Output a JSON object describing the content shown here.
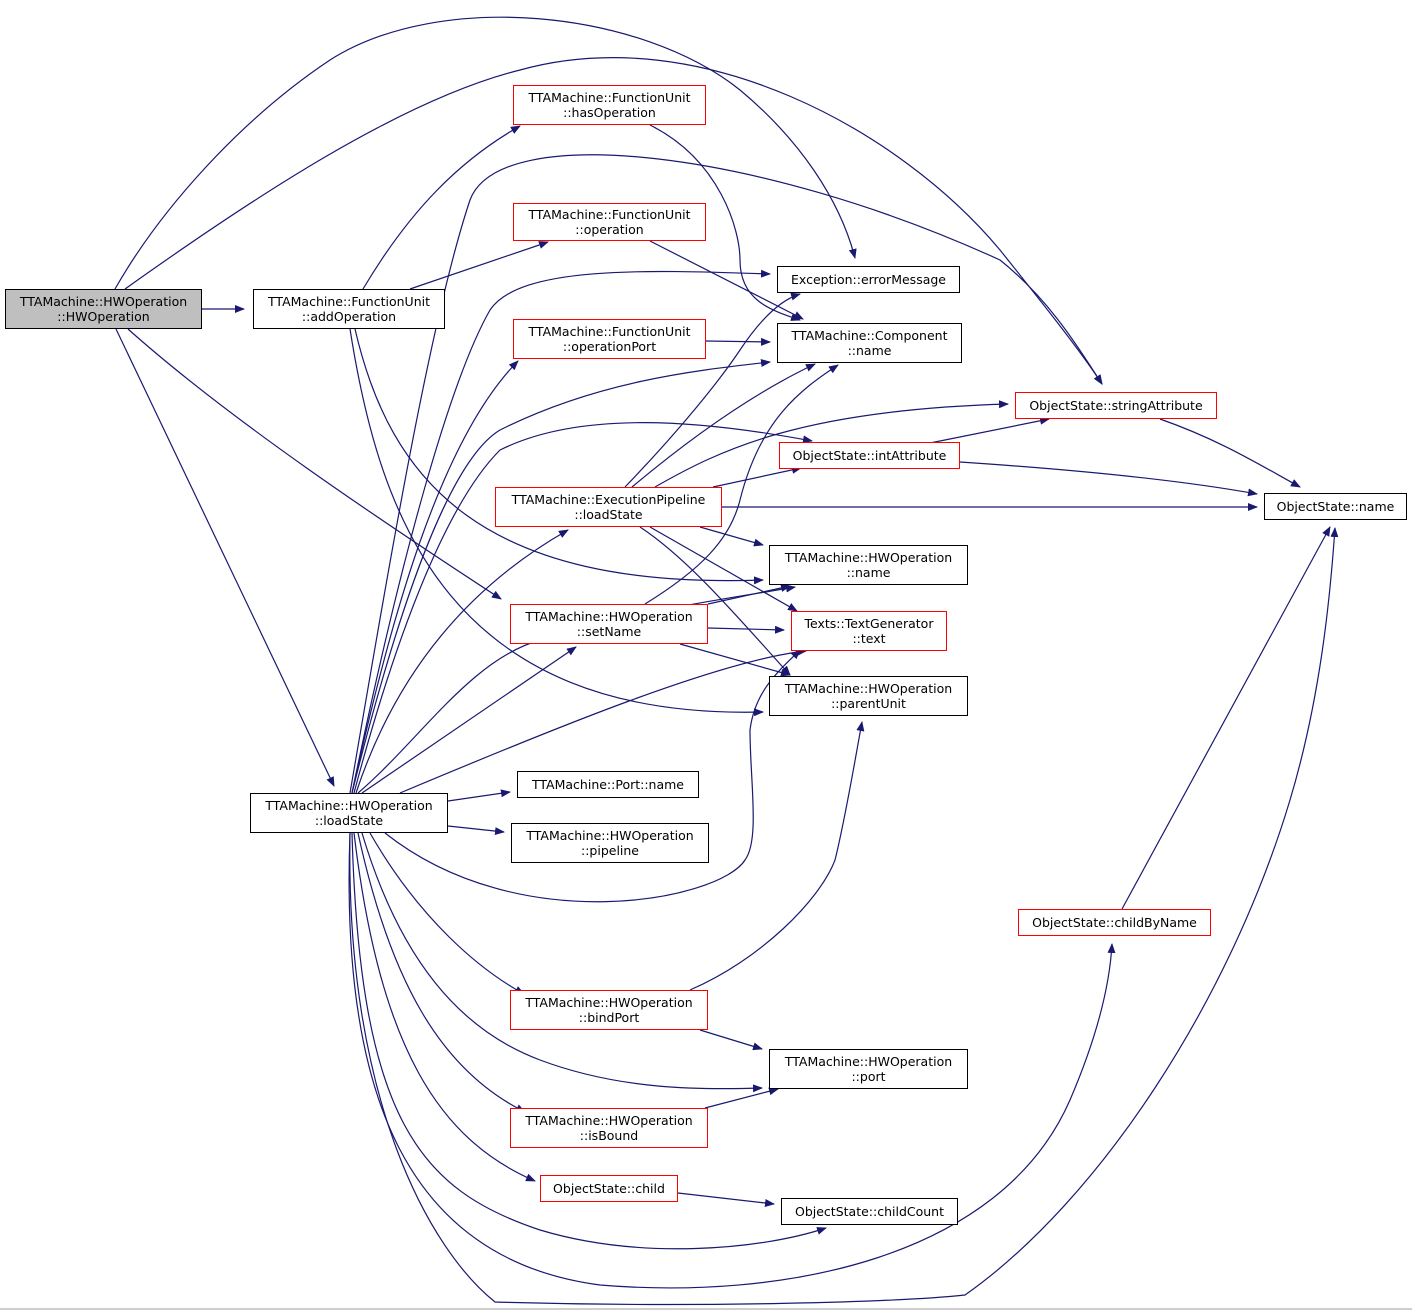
{
  "colors": {
    "edge": "#191970",
    "node_border": "#000000",
    "node_border_undocumented": "#ff0000",
    "root_fill": "#bfbfbf"
  },
  "nodes": [
    {
      "id": "hwop-ctor",
      "lines": [
        "TTAMachine::HWOperation",
        "::HWOperation"
      ],
      "style": "root"
    },
    {
      "id": "fu-addop",
      "lines": [
        "TTAMachine::FunctionUnit",
        "::addOperation"
      ],
      "style": "black"
    },
    {
      "id": "fu-hasop",
      "lines": [
        "TTAMachine::FunctionUnit",
        "::hasOperation"
      ],
      "style": "red"
    },
    {
      "id": "fu-operation",
      "lines": [
        "TTAMachine::FunctionUnit",
        "::operation"
      ],
      "style": "red"
    },
    {
      "id": "fu-opport",
      "lines": [
        "TTAMachine::FunctionUnit",
        "::operationPort"
      ],
      "style": "red"
    },
    {
      "id": "exc-errmsg",
      "lines": [
        "Exception::errorMessage"
      ],
      "style": "black"
    },
    {
      "id": "comp-name",
      "lines": [
        "TTAMachine::Component",
        "::name"
      ],
      "style": "black"
    },
    {
      "id": "os-strattr",
      "lines": [
        "ObjectState::stringAttribute"
      ],
      "style": "red"
    },
    {
      "id": "os-intattr",
      "lines": [
        "ObjectState::intAttribute"
      ],
      "style": "red"
    },
    {
      "id": "os-name",
      "lines": [
        "ObjectState::name"
      ],
      "style": "black"
    },
    {
      "id": "ep-loadstate",
      "lines": [
        "TTAMachine::ExecutionPipeline",
        "::loadState"
      ],
      "style": "red"
    },
    {
      "id": "hwop-name",
      "lines": [
        "TTAMachine::HWOperation",
        "::name"
      ],
      "style": "black"
    },
    {
      "id": "hwop-setname",
      "lines": [
        "TTAMachine::HWOperation",
        "::setName"
      ],
      "style": "red"
    },
    {
      "id": "tg-text",
      "lines": [
        "Texts::TextGenerator",
        "::text"
      ],
      "style": "red"
    },
    {
      "id": "hwop-parent",
      "lines": [
        "TTAMachine::HWOperation",
        "::parentUnit"
      ],
      "style": "black"
    },
    {
      "id": "hwop-loadstate",
      "lines": [
        "TTAMachine::HWOperation",
        "::loadState"
      ],
      "style": "black"
    },
    {
      "id": "port-name",
      "lines": [
        "TTAMachine::Port::name"
      ],
      "style": "black"
    },
    {
      "id": "hwop-pipeline",
      "lines": [
        "TTAMachine::HWOperation",
        "::pipeline"
      ],
      "style": "black"
    },
    {
      "id": "os-childbyname",
      "lines": [
        "ObjectState::childByName"
      ],
      "style": "red"
    },
    {
      "id": "hwop-bindport",
      "lines": [
        "TTAMachine::HWOperation",
        "::bindPort"
      ],
      "style": "red"
    },
    {
      "id": "hwop-port",
      "lines": [
        "TTAMachine::HWOperation",
        "::port"
      ],
      "style": "black"
    },
    {
      "id": "hwop-isbound",
      "lines": [
        "TTAMachine::HWOperation",
        "::isBound"
      ],
      "style": "red"
    },
    {
      "id": "os-child",
      "lines": [
        "ObjectState::child"
      ],
      "style": "red"
    },
    {
      "id": "os-childcount",
      "lines": [
        "ObjectState::childCount"
      ],
      "style": "black"
    }
  ],
  "edges": [
    {
      "from": "hwop-ctor",
      "to": "fu-addop"
    },
    {
      "from": "hwop-ctor",
      "to": "exc-errmsg"
    },
    {
      "from": "hwop-ctor",
      "to": "os-strattr"
    },
    {
      "from": "hwop-ctor",
      "to": "hwop-setname"
    },
    {
      "from": "hwop-ctor",
      "to": "hwop-loadstate"
    },
    {
      "from": "fu-addop",
      "to": "fu-hasop"
    },
    {
      "from": "fu-addop",
      "to": "fu-operation"
    },
    {
      "from": "fu-addop",
      "to": "hwop-name"
    },
    {
      "from": "fu-addop",
      "to": "hwop-parent"
    },
    {
      "from": "fu-hasop",
      "to": "comp-name"
    },
    {
      "from": "fu-operation",
      "to": "comp-name"
    },
    {
      "from": "fu-opport",
      "to": "comp-name"
    },
    {
      "from": "os-strattr",
      "to": "os-name"
    },
    {
      "from": "os-intattr",
      "to": "os-strattr"
    },
    {
      "from": "os-intattr",
      "to": "os-name"
    },
    {
      "from": "ep-loadstate",
      "to": "exc-errmsg"
    },
    {
      "from": "ep-loadstate",
      "to": "comp-name"
    },
    {
      "from": "ep-loadstate",
      "to": "os-strattr"
    },
    {
      "from": "ep-loadstate",
      "to": "os-intattr"
    },
    {
      "from": "ep-loadstate",
      "to": "os-name"
    },
    {
      "from": "ep-loadstate",
      "to": "hwop-name"
    },
    {
      "from": "ep-loadstate",
      "to": "tg-text"
    },
    {
      "from": "ep-loadstate",
      "to": "hwop-parent"
    },
    {
      "from": "hwop-setname",
      "to": "comp-name"
    },
    {
      "from": "hwop-setname",
      "to": "hwop-name"
    },
    {
      "from": "hwop-setname",
      "to": "tg-text"
    },
    {
      "from": "hwop-setname",
      "to": "hwop-parent"
    },
    {
      "from": "hwop-loadstate",
      "to": "os-strattr"
    },
    {
      "from": "hwop-loadstate",
      "to": "exc-errmsg"
    },
    {
      "from": "hwop-loadstate",
      "to": "fu-opport"
    },
    {
      "from": "hwop-loadstate",
      "to": "comp-name"
    },
    {
      "from": "hwop-loadstate",
      "to": "os-intattr"
    },
    {
      "from": "hwop-loadstate",
      "to": "ep-loadstate"
    },
    {
      "from": "hwop-loadstate",
      "to": "hwop-setname"
    },
    {
      "from": "hwop-loadstate",
      "to": "hwop-name"
    },
    {
      "from": "hwop-loadstate",
      "to": "tg-text"
    },
    {
      "from": "hwop-loadstate",
      "to": "hwop-parent"
    },
    {
      "from": "hwop-loadstate",
      "to": "port-name"
    },
    {
      "from": "hwop-loadstate",
      "to": "hwop-pipeline"
    },
    {
      "from": "hwop-loadstate",
      "to": "hwop-bindport"
    },
    {
      "from": "hwop-loadstate",
      "to": "hwop-port"
    },
    {
      "from": "hwop-loadstate",
      "to": "hwop-isbound"
    },
    {
      "from": "hwop-loadstate",
      "to": "os-child"
    },
    {
      "from": "hwop-loadstate",
      "to": "os-childcount"
    },
    {
      "from": "hwop-loadstate",
      "to": "os-childbyname"
    },
    {
      "from": "hwop-loadstate",
      "to": "os-name"
    },
    {
      "from": "os-childbyname",
      "to": "os-name"
    },
    {
      "from": "hwop-bindport",
      "to": "hwop-parent"
    },
    {
      "from": "hwop-bindport",
      "to": "hwop-port"
    },
    {
      "from": "hwop-isbound",
      "to": "hwop-port"
    },
    {
      "from": "os-child",
      "to": "os-childcount"
    }
  ]
}
